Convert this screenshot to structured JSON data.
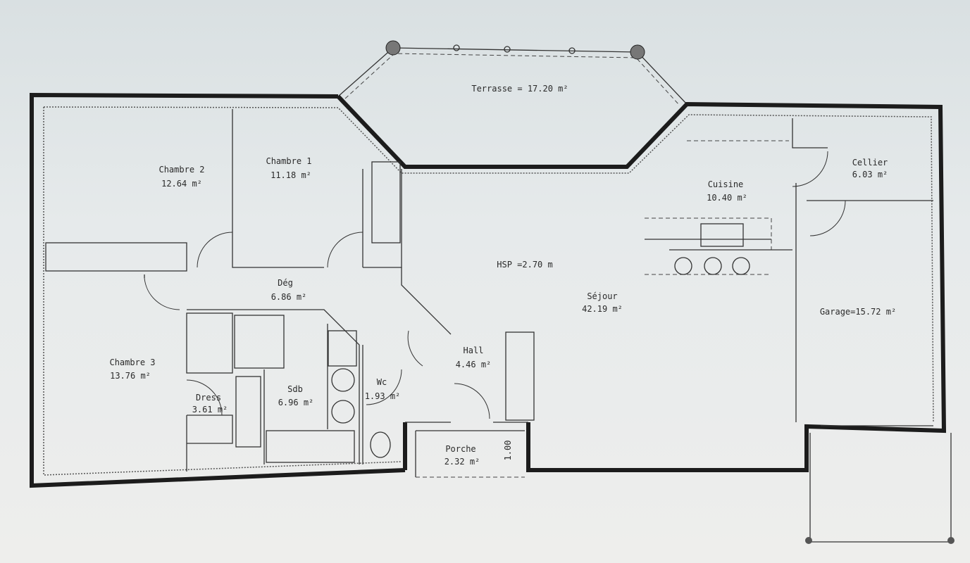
{
  "plan": {
    "rooms": [
      {
        "name": "Terrasse = 17.20 m²"
      },
      {
        "name": "Chambre 2",
        "area": "12.64 m²"
      },
      {
        "name": "Chambre 1",
        "area": "11.18 m²"
      },
      {
        "name": "Cuisine",
        "area": "10.40 m²"
      },
      {
        "name": "Cellier",
        "area": "6.03 m²"
      },
      {
        "name": "Séjour",
        "area": "42.19 m²"
      },
      {
        "name": "Dég",
        "area": "6.86 m²"
      },
      {
        "name": "Hall",
        "area": "4.46 m²"
      },
      {
        "name": "Chambre 3",
        "area": "13.76 m²"
      },
      {
        "name": "Dress",
        "area": "3.61 m²"
      },
      {
        "name": "Sdb",
        "area": "6.96 m²"
      },
      {
        "name": "Wc",
        "area": "1.93 m²"
      },
      {
        "name": "Porche",
        "area": "2.32 m²"
      },
      {
        "name": "Garage=15.72 m²"
      }
    ],
    "ceiling_height": "HSP =2.70 m",
    "porch_dimension": "1.00"
  }
}
